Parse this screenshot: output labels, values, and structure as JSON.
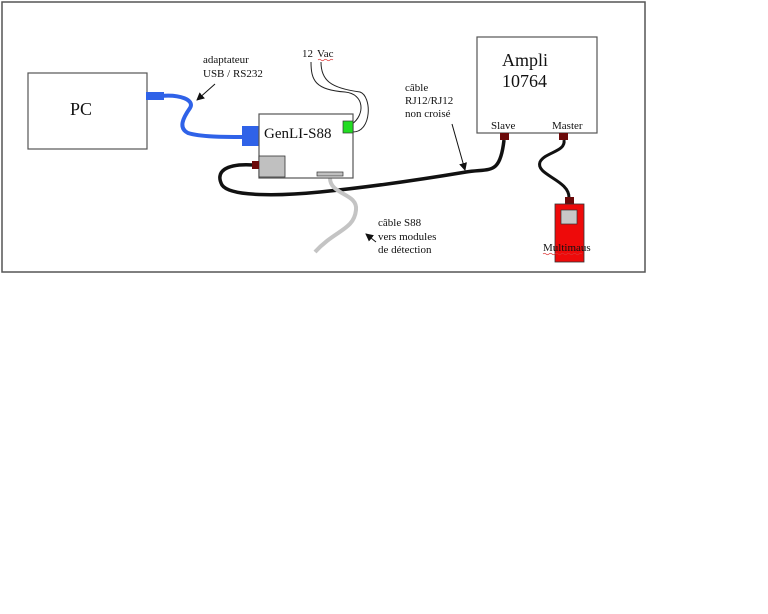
{
  "diagram": {
    "pc": {
      "label": "PC"
    },
    "usb_adapter": {
      "line1": "adaptateur",
      "line2": "USB / RS232"
    },
    "power": {
      "label_num": "12",
      "label_unit": "Vac"
    },
    "genli": {
      "label": "GenLI-S88"
    },
    "rj12_cable": {
      "line1": "câble",
      "line2": "RJ12/RJ12",
      "line3": "non croisé"
    },
    "ampli": {
      "line1": "Ampli",
      "line2": "10764",
      "slave": "Slave",
      "master": "Master"
    },
    "s88_cable": {
      "line1": "câble S88",
      "line2": "vers modules",
      "line3": "de détection"
    },
    "multimaus": {
      "label": "Multimaus"
    },
    "colors": {
      "usb": "#2f62e8",
      "power_connector": "#22dd22",
      "rj_connector": "#6b0a0a",
      "multimaus": "#ee0a0a",
      "s88_cable": "#c4c4c4"
    }
  }
}
